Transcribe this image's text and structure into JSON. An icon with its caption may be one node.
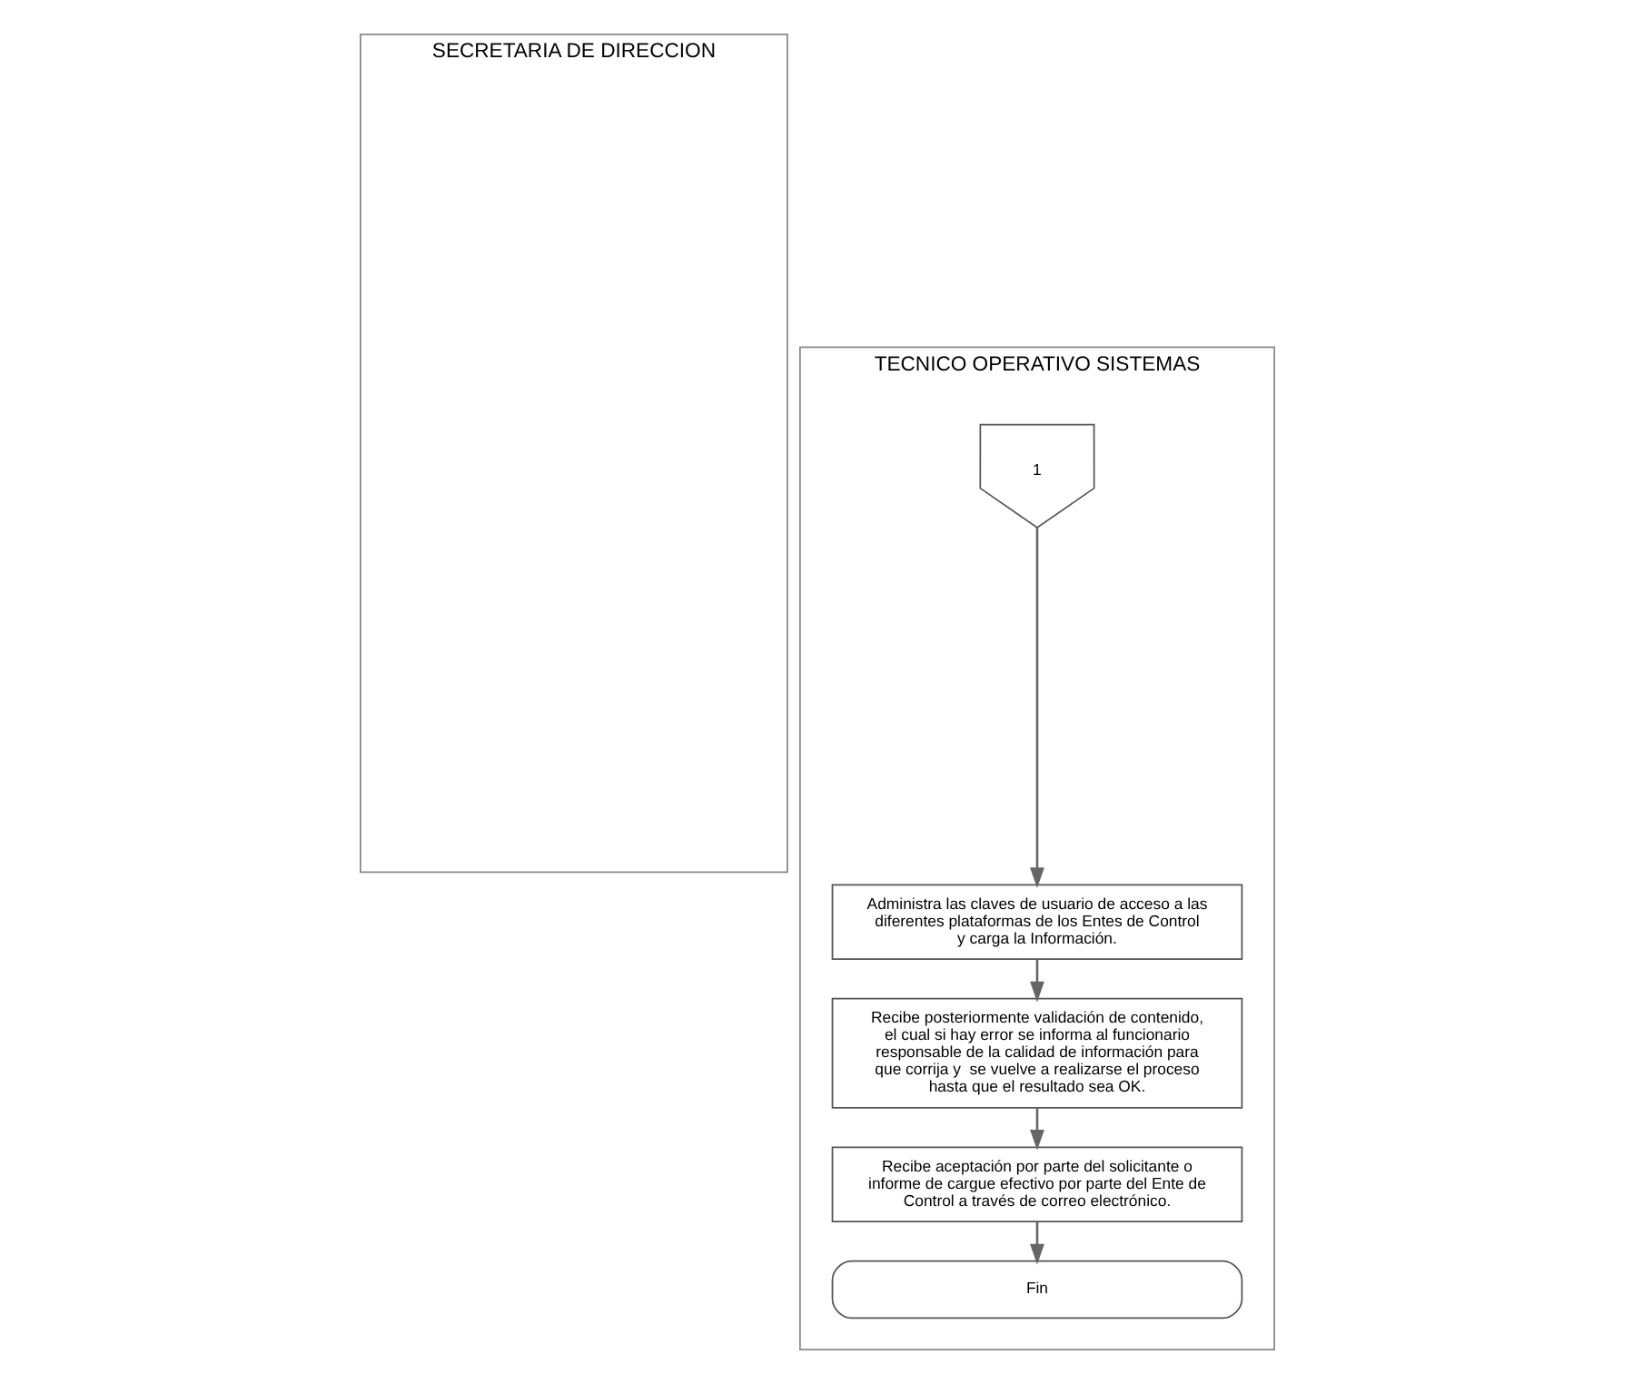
{
  "diagram": {
    "nodes": [
      {
        "text": [
          "SECRETARIA DE DIRECCION"
        ]
      },
      {
        "text": [
          "TECNICO OPERATIVO SISTEMAS"
        ]
      },
      {
        "text": [
          "1"
        ],
        "in": 1
      },
      {
        "text": [
          "Administra las claves de usuario de acceso a las diferentes plataformas de los Entes de Control y carga la Información."
        ],
        "in": 1
      },
      {
        "text": [
          "Recibe posteriormente validación de contenido, el cual si hay error se informa al funcionario responsable de la calidad de información para que corrija y  se vuelve a realizarse el proceso hasta que el resultado sea OK."
        ],
        "in": 1
      },
      {
        "text": [
          "Recibe aceptación por parte del solicitante o informe de cargue efectivo por parte del Ente de Control a través de correo electrónico."
        ],
        "in": 1
      },
      {
        "text": [
          "Fin"
        ],
        "in": 1
      }
    ],
    "edges": [
      {
        "from": 2,
        "to": 3,
        "arrow": "to"
      },
      {
        "from": 3,
        "to": 4,
        "arrow": "to"
      },
      {
        "from": 4,
        "to": 5,
        "arrow": "to"
      },
      {
        "from": 5,
        "to": 6,
        "arrow": "to"
      }
    ]
  }
}
